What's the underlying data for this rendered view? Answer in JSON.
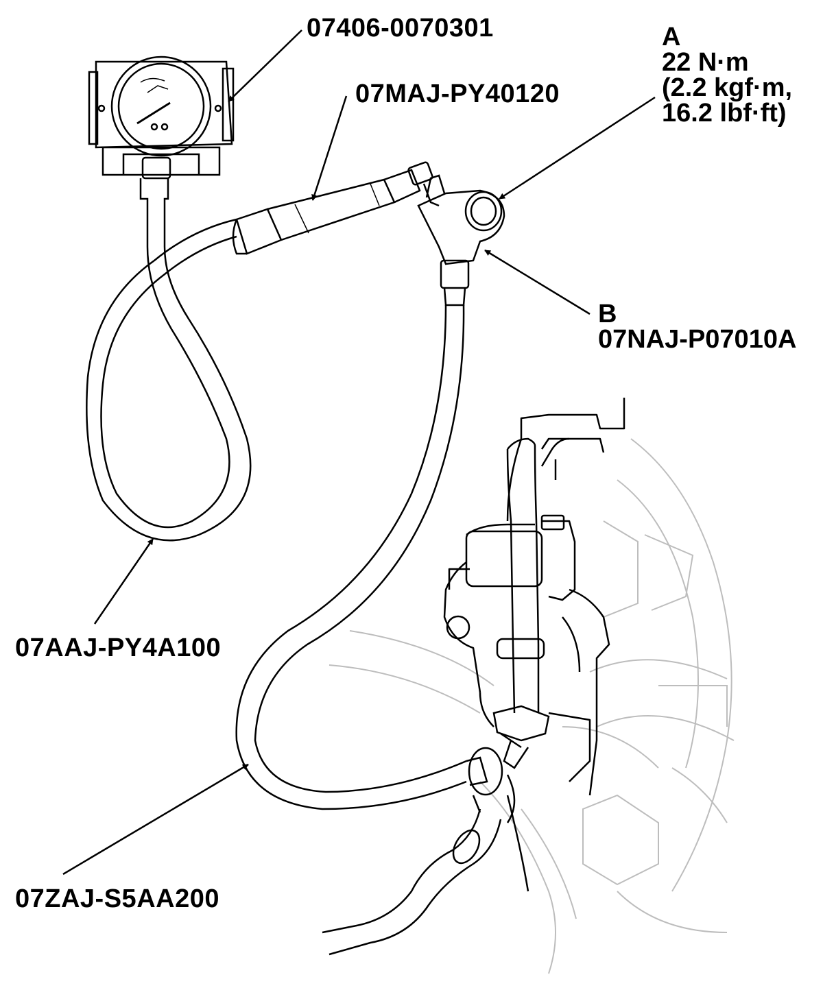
{
  "labels": {
    "gauge": "07406-0070301",
    "adapter_hose": "07MAJ-PY40120",
    "gauge_hose": "07AAJ-PY4A100",
    "supply_hose": "07ZAJ-S5AA200"
  },
  "callout_a": {
    "letter": "A",
    "torque_nm": "22 N·m",
    "torque_kgf": "(2.2 kgf·m,",
    "torque_lbf": "16.2 lbf·ft)"
  },
  "callout_b": {
    "letter": "B",
    "part": "07NAJ-P07010A"
  },
  "colors": {
    "ink": "#000000",
    "faint": "#bdbdbd",
    "background": "#ffffff"
  }
}
